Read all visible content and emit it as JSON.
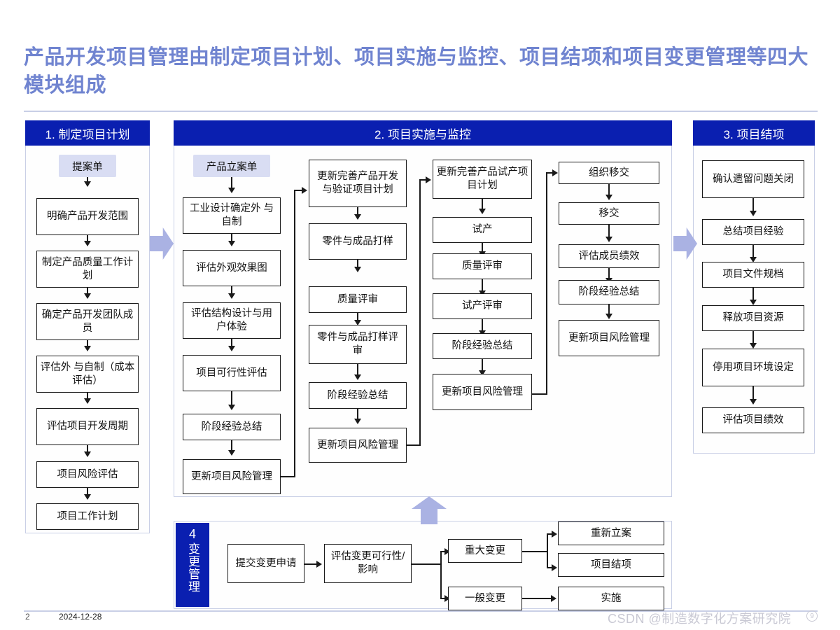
{
  "slide": {
    "title": "产品开发项目管理由制定项目计划、项目实施与监控、项目结项和项目变更管理等四大模块组成",
    "accent_title_color": "#7084d0",
    "accent_header_color": "#0a1fb0",
    "accent_arrow_color": "#aab2e3"
  },
  "footer": {
    "page_number": "2",
    "date": "2024-12-28",
    "watermark": "CSDN @制造数字化方案研究院",
    "watermark_badge": "9"
  },
  "section1": {
    "header": "1. 制定项目计划",
    "start_doc": "提案单",
    "steps": [
      "明确产品开发范围",
      "制定产品质量工作计划",
      "确定产品开发团队成员",
      "评估外  与自制（成本评估）",
      "评估项目开发周期",
      "项目风险评估",
      "项目工作计划"
    ]
  },
  "section2": {
    "header": "2. 项目实施与监控",
    "start_doc": "产品立案单",
    "lane1": [
      "工业设计确定外  与自制",
      "评估外观效果图",
      "评估结构设计与用户体验",
      "项目可行性评估",
      "阶段经验总结",
      "更新项目风险管理"
    ],
    "lane2": [
      "更新完善产品开发与验证项目计划",
      "零件与成品打样",
      "质量评审",
      "零件与成品打样评审",
      "阶段经验总结",
      "更新项目风险管理"
    ],
    "lane3": [
      "更新完善产品试产项目计划",
      "试产",
      "质量评审",
      "试产评审",
      "阶段经验总结",
      "更新项目风险管理"
    ],
    "lane4": [
      "组织移交",
      "移交",
      "评估成员绩效",
      "阶段经验总结",
      "更新项目风险管理"
    ]
  },
  "section3": {
    "header": "3. 项目结项",
    "steps": [
      "确认遗留问题关闭",
      "总结项目经验",
      "项目文件规档",
      "释放项目资源",
      "停用项目环境设定",
      "评估项目绩效"
    ]
  },
  "section4": {
    "header_number": "4",
    "header_label": "变更管理",
    "submit": "提交变更申请",
    "assess": "评估变更可行性/影响",
    "branch_major": "重大变更",
    "branch_minor": "一般变更",
    "major_out_1": "重新立案",
    "major_out_2": "项目结项",
    "minor_out": "实施"
  }
}
